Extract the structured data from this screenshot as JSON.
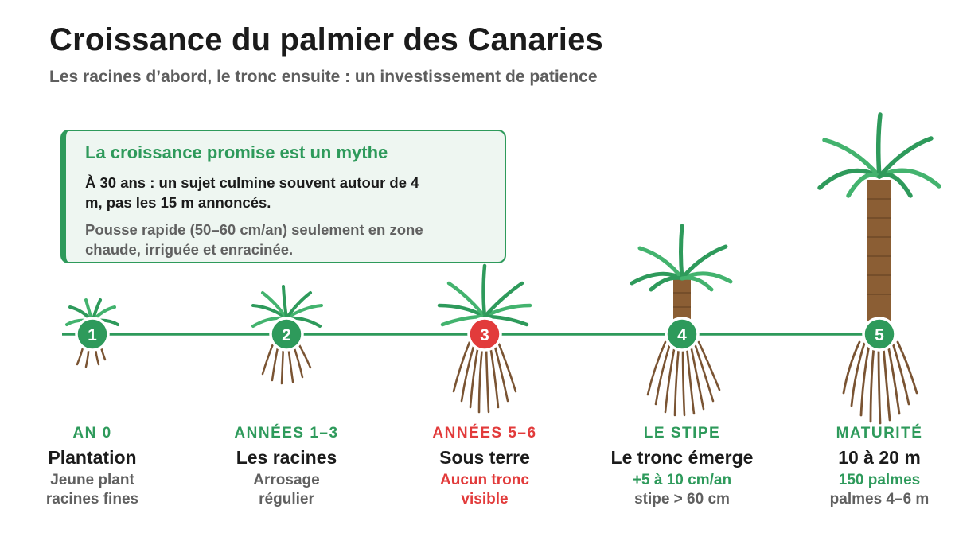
{
  "header": {
    "title": "Croissance du palmier des Canaries",
    "subtitle": "Les racines d’abord, le tronc ensuite : un investissement de patience"
  },
  "callout": {
    "title": "La croissance promise est un mythe",
    "body": "À 30 ans : un sujet culmine souvent autour de 4 m, pas les 15 m annoncés.",
    "note": "Pousse rapide (50–60 cm/an) seulement en zone chaude, irriguée et enracinée."
  },
  "colors": {
    "green": "#2e9a5b",
    "light_green": "#43b36e",
    "alert_red": "#e23b3b",
    "root_brown": "#7a5433",
    "trunk_brown": "#8b5e34",
    "grey_text": "#606060"
  },
  "stages": [
    {
      "number": "1",
      "label": "AN 0",
      "name": "Plantation",
      "detail1": "Jeune plant",
      "detail2": "racines fines",
      "highlight": false
    },
    {
      "number": "2",
      "label": "ANNÉES 1–3",
      "name": "Les racines",
      "detail1": "Arrosage",
      "detail2": "régulier",
      "highlight": false
    },
    {
      "number": "3",
      "label": "ANNÉES 5–6",
      "name": "Sous terre",
      "detail1": "Aucun tronc",
      "detail2": "visible",
      "highlight": true
    },
    {
      "number": "4",
      "label": "LE STIPE",
      "name": "Le tronc émerge",
      "detail1": "+5 à 10 cm/an",
      "detail2": "stipe > 60 cm",
      "highlight": false,
      "detail1_green": true
    },
    {
      "number": "5",
      "label": "MATURITÉ",
      "name": "10 à 20 m",
      "detail1": "150 palmes",
      "detail2": "palmes 4–6 m",
      "highlight": false,
      "detail1_green": true
    }
  ]
}
